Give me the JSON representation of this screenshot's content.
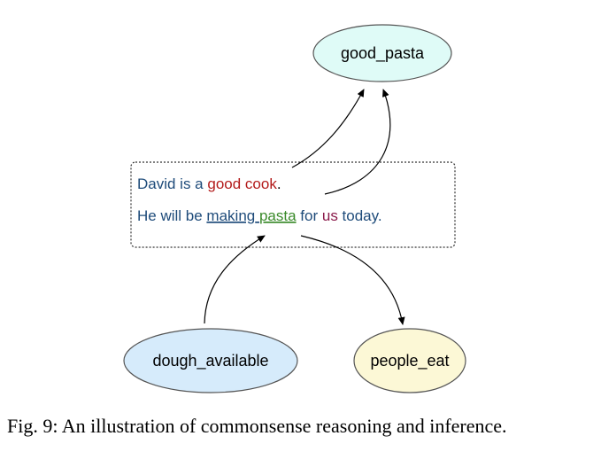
{
  "nodes": {
    "good_pasta": {
      "label": "good_pasta",
      "fill": "#dffbf7"
    },
    "dough_available": {
      "label": "dough_available",
      "fill": "#d6ebfb"
    },
    "people_eat": {
      "label": "people_eat",
      "fill": "#fcf8d6"
    }
  },
  "text_box": {
    "sentence1": {
      "part1": "David is a ",
      "part2": "good cook",
      "part3": "."
    },
    "sentence2": {
      "part1": "He will be ",
      "part2": "making",
      "part3": " ",
      "part4": "pasta",
      "part5": " for ",
      "part6": "us",
      "part7": " today."
    }
  },
  "colors": {
    "sentence_blue": "#1e4b7a",
    "good_cook_red": "#b31b1b",
    "pasta_green": "#3a8a2a",
    "us_purple": "#8a1a4a",
    "arrow": "#000000"
  },
  "caption": "Fig. 9: An illustration of commonsense reasoning and inference."
}
